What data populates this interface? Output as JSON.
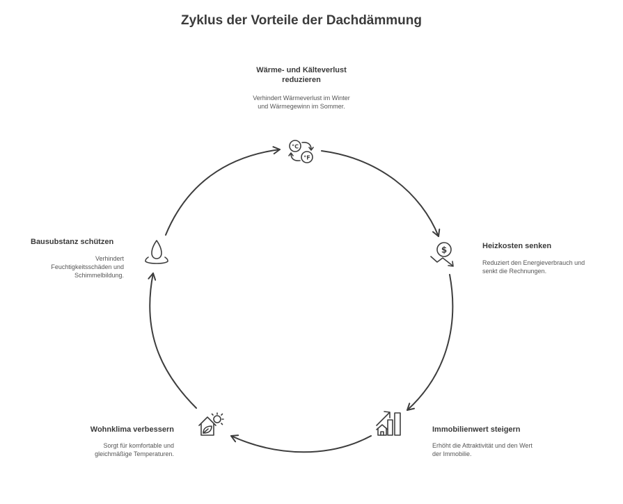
{
  "title": "Zyklus der Vorteile der Dachdämmung",
  "nodes": [
    {
      "heading": "Wärme- und Kälteverlust reduzieren",
      "description": "Verhindert Wärmeverlust im Winter und Wärmegewinn im Sommer.",
      "icon": "temperature-exchange-icon"
    },
    {
      "heading": "Heizkosten senken",
      "description": "Reduziert den Energieverbrauch und senkt die Rechnungen.",
      "icon": "dollar-decrease-icon"
    },
    {
      "heading": "Immobilienwert steigern",
      "description": "Erhöht die Attraktivität und den Wert der Immobilie.",
      "icon": "house-growth-chart-icon"
    },
    {
      "heading": "Wohnklima verbessern",
      "description": "Sorgt für komfortable und gleichmäßige Temperaturen.",
      "icon": "eco-house-sun-icon"
    },
    {
      "heading": "Bausubstanz schützen",
      "description": "Verhindert Feuchtigkeitsschäden und Schimmelbildung.",
      "icon": "water-drop-icon"
    }
  ],
  "colors": {
    "stroke": "#3d3d3d",
    "text": "#3a3a3a",
    "muted": "#555555"
  }
}
